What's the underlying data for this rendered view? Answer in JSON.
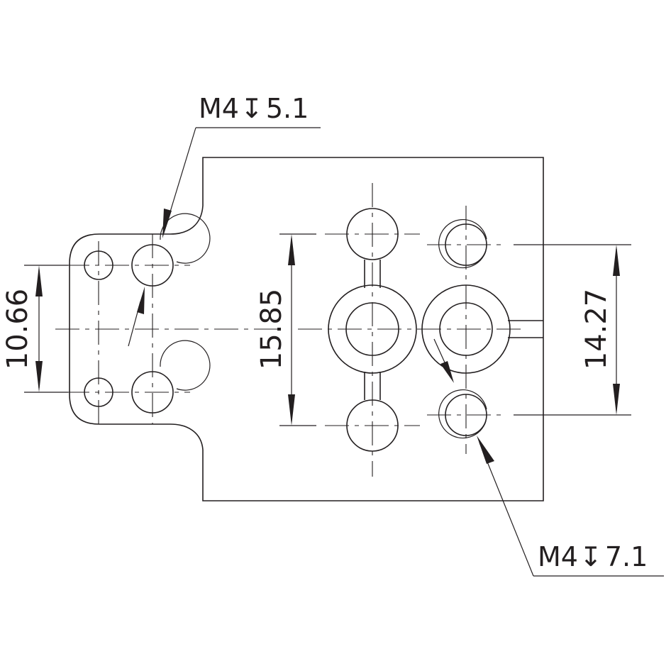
{
  "drawing": {
    "callout_top": "M4",
    "callout_top_depth": "5.1",
    "callout_bottom": "M4",
    "callout_bottom_depth": "7.1",
    "depth_symbol": "↧",
    "dim_left": "10.66",
    "dim_center": "15.85",
    "dim_right": "14.27"
  }
}
